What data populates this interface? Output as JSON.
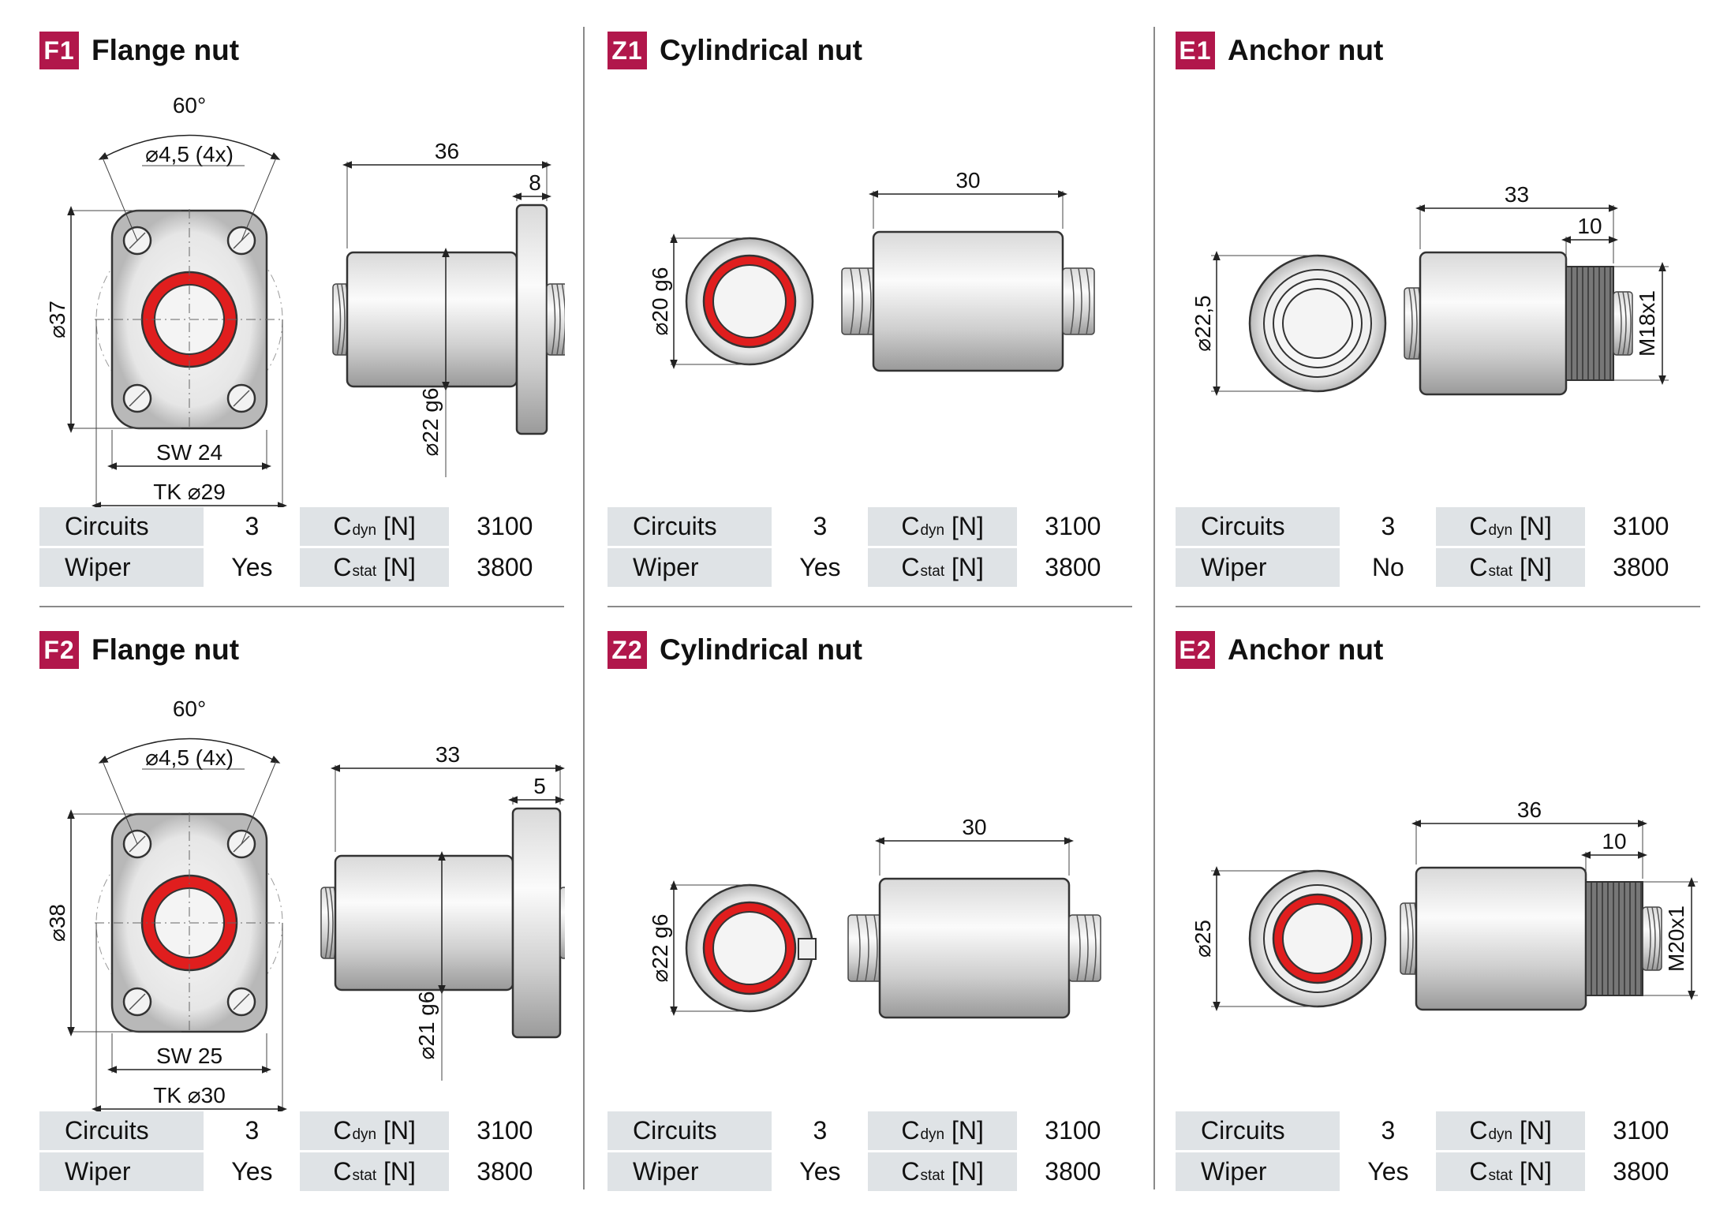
{
  "labels": {
    "circuits": "Circuits",
    "wiper": "Wiper",
    "cdyn_base": "C",
    "cdyn_sub": "dyn",
    "cstat_base": "C",
    "cstat_sub": "stat",
    "unit": "[N]"
  },
  "panels": [
    {
      "code": "F1",
      "title": "Flange nut",
      "circuits": "3",
      "wiper": "Yes",
      "cdyn": "3100",
      "cstat": "3800",
      "dims": {
        "angle": "60°",
        "holes": "⌀4,5 (4x)",
        "outer": "⌀37",
        "sw": "SW 24",
        "tk": "TK ⌀29",
        "length": "36",
        "flange": "8",
        "dia": "⌀22 g6"
      }
    },
    {
      "code": "Z1",
      "title": "Cylindrical nut",
      "circuits": "3",
      "wiper": "Yes",
      "cdyn": "3100",
      "cstat": "3800",
      "dims": {
        "dia": "⌀20 g6",
        "length": "30"
      }
    },
    {
      "code": "E1",
      "title": "Anchor nut",
      "circuits": "3",
      "wiper": "No",
      "cdyn": "3100",
      "cstat": "3800",
      "dims": {
        "dia": "⌀22,5",
        "length": "33",
        "thread_len": "10",
        "thread": "M18x1"
      }
    },
    {
      "code": "F2",
      "title": "Flange nut",
      "circuits": "3",
      "wiper": "Yes",
      "cdyn": "3100",
      "cstat": "3800",
      "dims": {
        "angle": "60°",
        "holes": "⌀4,5 (4x)",
        "outer": "⌀38",
        "sw": "SW 25",
        "tk": "TK ⌀30",
        "length": "33",
        "flange": "5",
        "dia": "⌀21 g6"
      }
    },
    {
      "code": "Z2",
      "title": "Cylindrical nut",
      "circuits": "3",
      "wiper": "Yes",
      "cdyn": "3100",
      "cstat": "3800",
      "dims": {
        "dia": "⌀22 g6",
        "length": "30"
      }
    },
    {
      "code": "E2",
      "title": "Anchor nut",
      "circuits": "3",
      "wiper": "Yes",
      "cdyn": "3100",
      "cstat": "3800",
      "dims": {
        "dia": "⌀25",
        "length": "36",
        "thread_len": "10",
        "thread": "M20x1"
      }
    }
  ],
  "colors": {
    "badge": "#b1174b",
    "seal": "#e01e1e",
    "table_grey": "#dfe3e6"
  }
}
